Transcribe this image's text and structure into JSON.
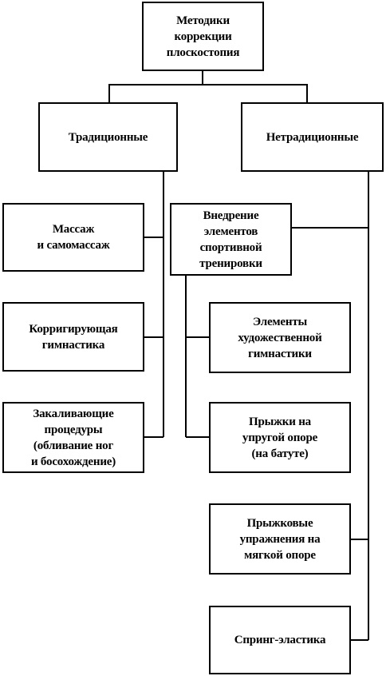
{
  "nodes": {
    "root": "Методики\nкоррекции\nплоскостопия",
    "traditional": "Традиционные",
    "nontraditional": "Нетрадиционные",
    "massage": "Массаж\nи самомассаж",
    "gymnastics": "Корригирующая\nгимнастика",
    "hardening": "Закаливающие\nпроцедуры\n(обливание ног\nи босохождение)",
    "sport": "Внедрение\nэлементов\nспортивной\nтренировки",
    "artistic": "Элементы\nхудожественной\nгимнастики",
    "jumps_elastic": "Прыжки на\nупругой опоре\n(на батуте)",
    "jumps_soft": "Прыжковые\nупражнения на\nмягкой опоре",
    "spring": "Спринг-эластика"
  }
}
